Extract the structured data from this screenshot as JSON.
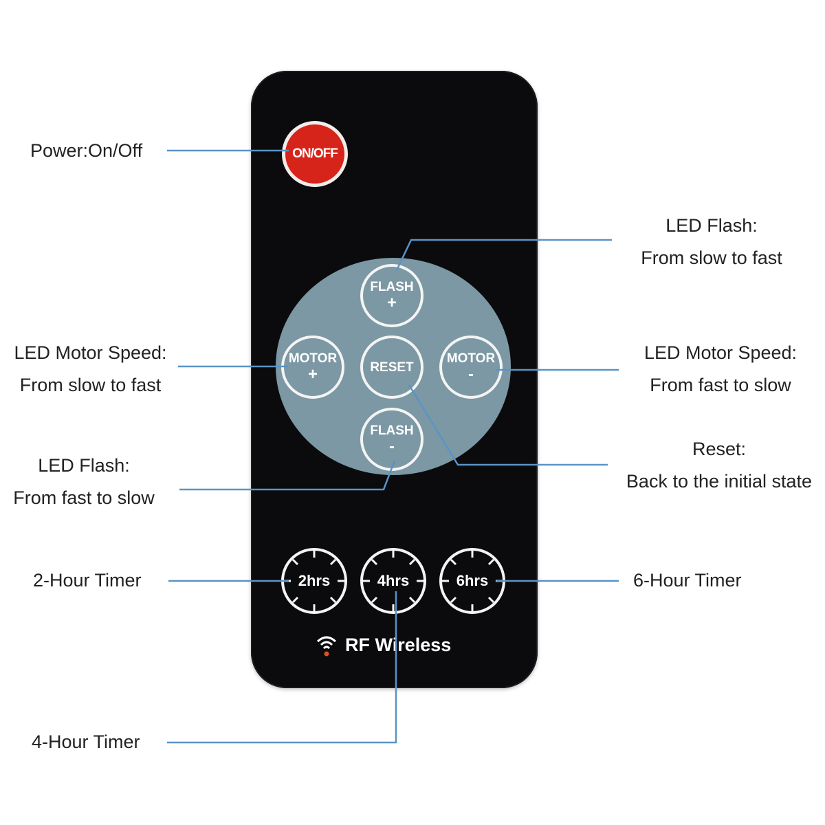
{
  "remote": {
    "power_button": "ON/OFF",
    "flash_plus": {
      "text": "FLASH",
      "sign": "+"
    },
    "flash_minus": {
      "text": "FLASH",
      "sign": "-"
    },
    "motor_plus": {
      "text": "MOTOR",
      "sign": "+"
    },
    "motor_minus": {
      "text": "MOTOR",
      "sign": "-"
    },
    "reset": "RESET",
    "timers": [
      "2hrs",
      "4hrs",
      "6hrs"
    ],
    "rf_label": "RF Wireless"
  },
  "callouts": {
    "power": "Power:On/Off",
    "flash_plus": {
      "line1": "LED Flash:",
      "line2": "From slow to fast"
    },
    "motor_plus": {
      "line1": "LED Motor Speed:",
      "line2": "From slow to fast"
    },
    "motor_minus": {
      "line1": "LED Motor Speed:",
      "line2": "From fast to slow"
    },
    "flash_minus": {
      "line1": "LED Flash:",
      "line2": "From fast to slow"
    },
    "reset": {
      "line1": "Reset:",
      "line2": "Back to the initial state"
    },
    "timer_2": "2-Hour Timer",
    "timer_4": "4-Hour Timer",
    "timer_6": "6-Hour Timer"
  },
  "colors": {
    "remote_body": "#0b0b0d",
    "pad": "#7c98a4",
    "power": "#d6241a",
    "leader_line": "#5a93c6",
    "rf_indicator": "#e0501e"
  }
}
